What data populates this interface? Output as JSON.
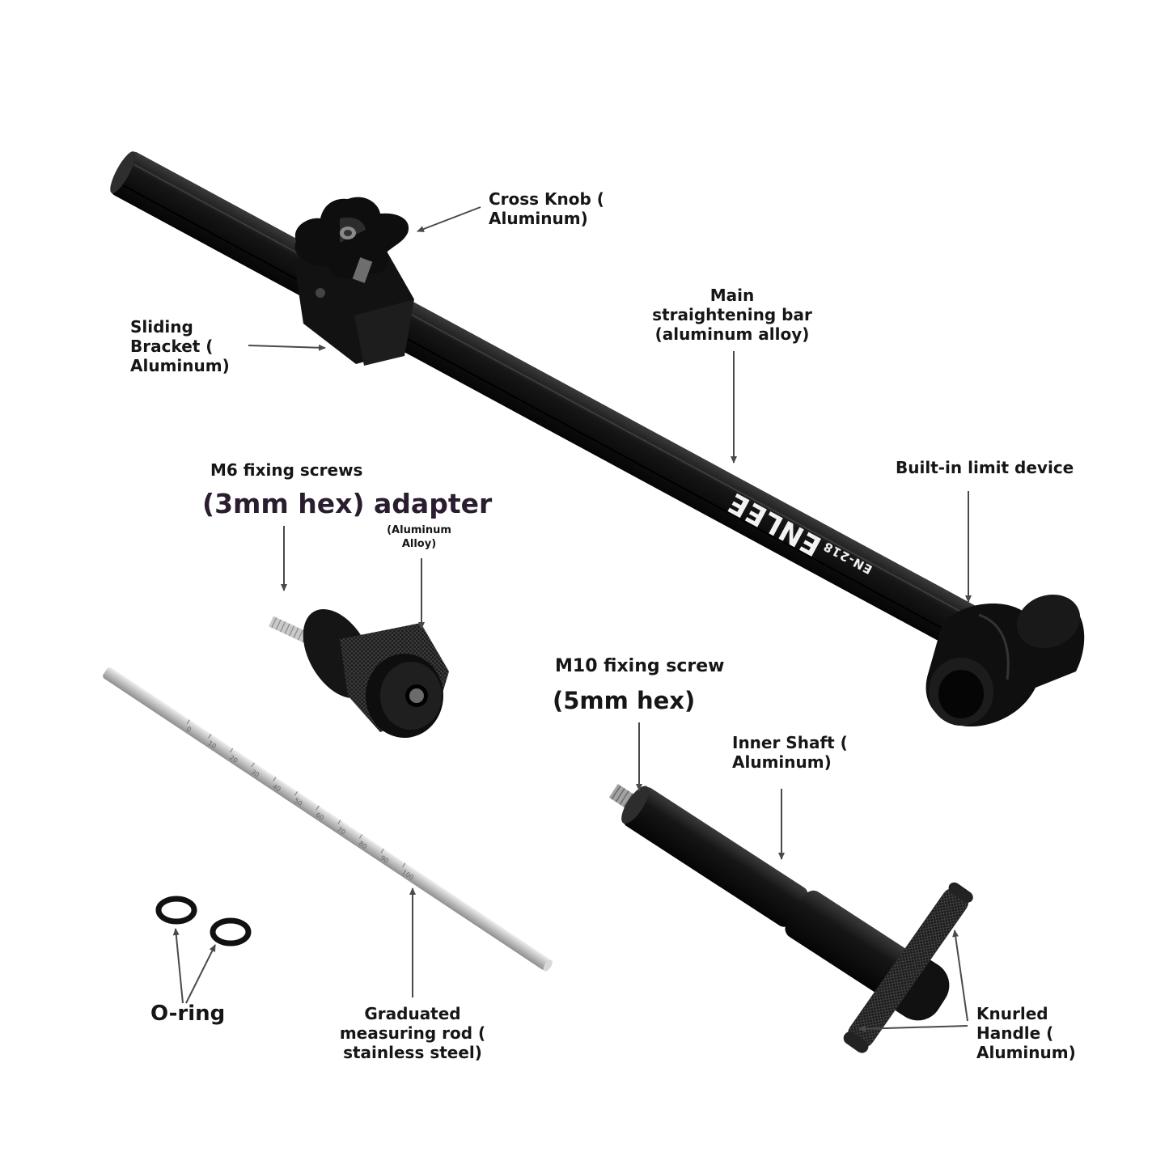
{
  "product": {
    "logo_text": "ENLEE",
    "model_text": "EN-218",
    "rod_scale": [
      "0",
      "10",
      "20",
      "30",
      "40",
      "50",
      "60",
      "70",
      "80",
      "90",
      "100"
    ]
  },
  "labels": {
    "cross_knob": [
      "Cross Knob (",
      "Aluminum)"
    ],
    "main_bar": [
      "Main",
      "straightening bar",
      "(aluminum alloy)"
    ],
    "sliding_bracket": [
      "Sliding",
      "Bracket (",
      "Aluminum)"
    ],
    "limit_device": "Built-in limit device",
    "m6_screws": "M6 fixing screws",
    "adapter": "(3mm hex) adapter",
    "adapter_material": [
      "(Aluminum",
      "Alloy)"
    ],
    "m10_screw": "M10 fixing screw",
    "m10_hex": "(5mm hex)",
    "inner_shaft": [
      "Inner Shaft (",
      "Aluminum)"
    ],
    "o_ring": "O-ring",
    "measuring_rod": [
      "Graduated",
      "measuring rod (",
      "stainless steel)"
    ],
    "knurled_handle": [
      "Knurled",
      "Handle (",
      "Aluminum)"
    ]
  },
  "colors": {
    "background": "#ffffff",
    "tool_black": "#111111",
    "tool_highlight": "#3a3a3a",
    "steel": "#c4c4c4",
    "arrow": "#4a4a4a"
  }
}
